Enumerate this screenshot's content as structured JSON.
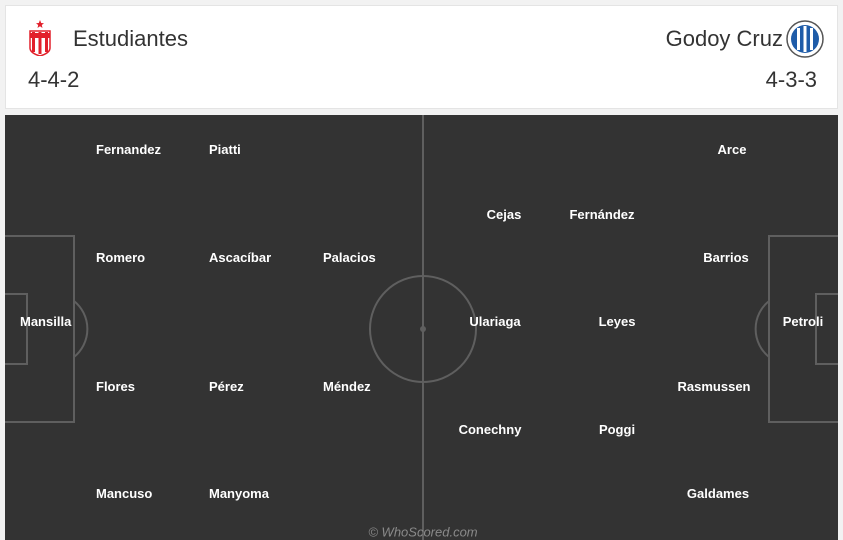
{
  "home": {
    "name": "Estudiantes",
    "formation": "4-4-2",
    "crest_icon": "estudiantes-crest-icon",
    "crest_color": "#e2202b"
  },
  "away": {
    "name": "Godoy Cruz",
    "formation": "4-3-3",
    "crest_icon": "godoy-cruz-crest-icon",
    "crest_color": "#1f5ca8"
  },
  "pitch": {
    "color": "#333333",
    "line_color": "#5f5f5f"
  },
  "players": {
    "home": {
      "gk": "Mansilla",
      "def": [
        "Fernandez",
        "Romero",
        "Flores",
        "Mancuso"
      ],
      "mid": [
        "Piatti",
        "Ascacíbar",
        "Pérez",
        "Manyoma"
      ],
      "fwd": [
        "Palacios",
        "Méndez"
      ]
    },
    "away": {
      "gk": "Petroli",
      "def": [
        "Arce",
        "Barrios",
        "Rasmussen",
        "Galdames"
      ],
      "mid": [
        "Fernández",
        "Leyes",
        "Poggi"
      ],
      "fwd": [
        "Cejas",
        "Ulariaga",
        "Conechny"
      ]
    }
  },
  "watermark": "© WhoScored.com"
}
